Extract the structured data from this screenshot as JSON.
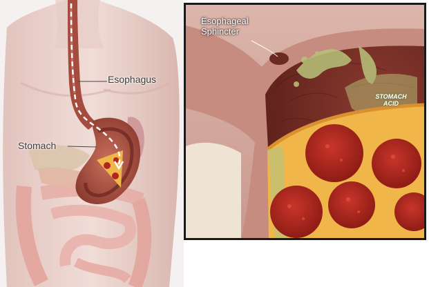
{
  "left_panel": {
    "labels": {
      "esophagus": "Esophagus",
      "stomach": "Stomach"
    }
  },
  "right_panel": {
    "labels": {
      "sphincter_line1": "Esophageal",
      "sphincter_line2": "Sphincter",
      "acid_line1": "STOMACH",
      "acid_line2": "ACID"
    }
  },
  "colors": {
    "skin": "#e9c9c2",
    "stomach_wall": "#b35a4a",
    "stomach_lining": "#7a2e26",
    "intestine": "#e6a8a0",
    "pizza_crust": "#f0b64a",
    "pepperoni": "#b3261e",
    "acid": "#b9c37a",
    "frame": "#1a1a1a"
  }
}
